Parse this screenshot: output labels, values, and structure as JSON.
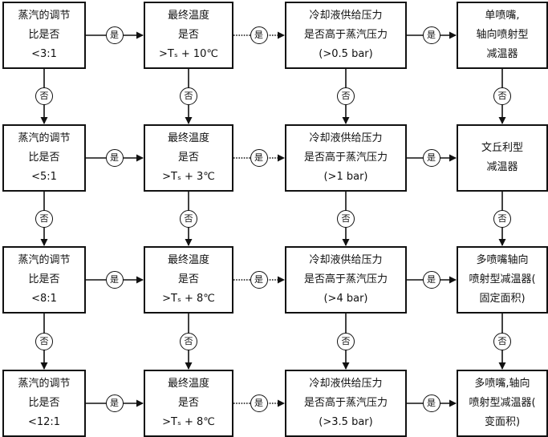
{
  "labels": {
    "yes": "是",
    "no": "否"
  },
  "rows": [
    {
      "ratio": [
        "蒸汽的调节",
        "比是否",
        "<3:1"
      ],
      "temp": [
        "最终温度",
        "是否",
        ">Tₛ + 10℃"
      ],
      "pressure": [
        "冷却液供给压力",
        "是否高于蒸汽压力",
        "(>0.5 bar)"
      ],
      "result": [
        "单喷嘴,",
        "轴向喷射型",
        "减温器"
      ]
    },
    {
      "ratio": [
        "蒸汽的调节",
        "比是否",
        "<5:1"
      ],
      "temp": [
        "最终温度",
        "是否",
        ">Tₛ + 3℃"
      ],
      "pressure": [
        "冷却液供给压力",
        "是否高于蒸汽压力",
        "(>1 bar)"
      ],
      "result": [
        "文丘利型",
        "减温器"
      ]
    },
    {
      "ratio": [
        "蒸汽的调节",
        "比是否",
        "<8:1"
      ],
      "temp": [
        "最终温度",
        "是否",
        ">Tₛ + 8℃"
      ],
      "pressure": [
        "冷却液供给压力",
        "是否高于蒸汽压力",
        "(>4 bar)"
      ],
      "result": [
        "多喷嘴轴向",
        "喷射型减温器(",
        "固定面积)"
      ]
    },
    {
      "ratio": [
        "蒸汽的调节",
        "比是否",
        "<12:1"
      ],
      "temp": [
        "最终温度",
        "是否",
        ">Tₛ + 8℃"
      ],
      "pressure": [
        "冷却液供给压力",
        "是否高于蒸汽压力",
        "(>3.5 bar)"
      ],
      "result": [
        "多喷嘴,轴向",
        "喷射型减温器(",
        "变面积)"
      ]
    }
  ]
}
